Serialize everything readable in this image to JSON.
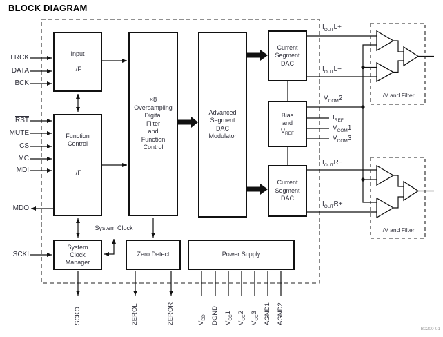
{
  "title": "BLOCK DIAGRAM",
  "figure_id": "B0200-01",
  "colors": {
    "line": "#111111",
    "text": "#2f2f3a",
    "title": "#000000"
  },
  "labels": {
    "system_clock": "System Clock"
  },
  "blocks": {
    "input_if": {
      "l1": "Input",
      "l2": "I/F"
    },
    "function_control": {
      "l1": "Function",
      "l2": "Control",
      "l3": "I/F"
    },
    "oversampling_filter": {
      "l1": "×8",
      "l2": "Oversampling",
      "l3": "Digital",
      "l4": "Filter",
      "l5": "and",
      "l6": "Function",
      "l7": "Control"
    },
    "dac_modulator": {
      "l1": "Advanced",
      "l2": "Segment",
      "l3": "DAC",
      "l4": "Modulator"
    },
    "current_segment_dac_left": {
      "l1": "Current",
      "l2": "Segment",
      "l3": "DAC"
    },
    "bias_vref": {
      "l1": "Bias",
      "l2": "and",
      "vref_pre": "V",
      "vref_sub": "REF"
    },
    "current_segment_dac_right": {
      "l1": "Current",
      "l2": "Segment",
      "l3": "DAC"
    },
    "system_clock_manager": {
      "l1": "System",
      "l2": "Clock",
      "l3": "Manager"
    },
    "zero_detect": {
      "label": "Zero Detect"
    },
    "power_supply": {
      "label": "Power Supply"
    },
    "iv_filter_left": {
      "label": "I/V and Filter"
    },
    "iv_filter_right": {
      "label": "I/V and Filter"
    }
  },
  "pins_left": [
    {
      "name": "LRCK",
      "overline": false
    },
    {
      "name": "DATA",
      "overline": false
    },
    {
      "name": "BCK",
      "overline": false
    },
    {
      "name": "RST",
      "overline": true
    },
    {
      "name": "MUTE",
      "overline": false
    },
    {
      "name": "CS",
      "overline": true
    },
    {
      "name": "MC",
      "overline": false
    },
    {
      "name": "MDI",
      "overline": false
    },
    {
      "name": "MDO",
      "overline": false
    },
    {
      "name": "SCKI",
      "overline": false
    }
  ],
  "pins_right": [
    {
      "pre": "I",
      "sub": "OUT",
      "post": "L+"
    },
    {
      "pre": "I",
      "sub": "OUT",
      "post": "L−"
    },
    {
      "pre": "V",
      "sub": "COM",
      "post": "2"
    },
    {
      "pre": "I",
      "sub": "REF",
      "post": ""
    },
    {
      "pre": "V",
      "sub": "COM",
      "post": "1"
    },
    {
      "pre": "V",
      "sub": "COM",
      "post": "3"
    },
    {
      "pre": "I",
      "sub": "OUT",
      "post": "R−"
    },
    {
      "pre": "I",
      "sub": "OUT",
      "post": "R+"
    }
  ],
  "pins_bottom": [
    {
      "pre": "SCKO",
      "sub": "",
      "post": ""
    },
    {
      "pre": "ZEROL",
      "sub": "",
      "post": ""
    },
    {
      "pre": "ZEROR",
      "sub": "",
      "post": ""
    },
    {
      "pre": "V",
      "sub": "DD",
      "post": ""
    },
    {
      "pre": "DGND",
      "sub": "",
      "post": ""
    },
    {
      "pre": "V",
      "sub": "CC",
      "post": "1"
    },
    {
      "pre": "V",
      "sub": "CC",
      "post": "2"
    },
    {
      "pre": "V",
      "sub": "CC",
      "post": "3"
    },
    {
      "pre": "AGND1",
      "sub": "",
      "post": ""
    },
    {
      "pre": "AGND2",
      "sub": "",
      "post": ""
    }
  ]
}
